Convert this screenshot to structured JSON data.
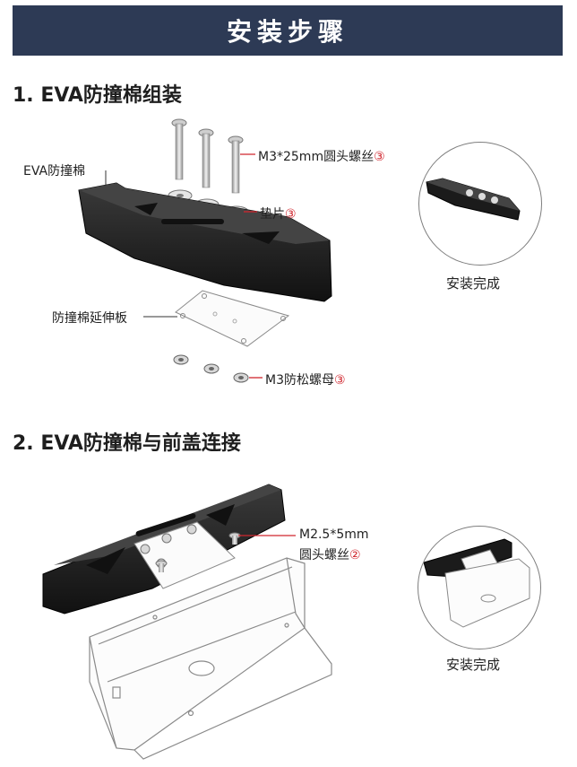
{
  "header": {
    "title": "安装步骤"
  },
  "step1": {
    "title": "1. EVA防撞棉组装",
    "labels": {
      "eva_bumper": "EVA防撞棉",
      "screw_text": "M3*25mm圆头螺丝",
      "screw_num": "③",
      "washer_text": "垫片",
      "washer_num": "③",
      "extension_plate": "防撞棉延伸板",
      "nut_text": "M3防松螺母",
      "nut_num": "③"
    },
    "done_caption": "安装完成"
  },
  "step2": {
    "title": "2. EVA防撞棉与前盖连接",
    "labels": {
      "screw_line1": "M2.5*5mm",
      "screw_line2_text": "圆头螺丝",
      "screw_num": "②"
    },
    "done_caption": "安装完成"
  },
  "colors": {
    "header_bg": "#2d3a55",
    "accent_number": "#d0262e",
    "bumper": "#1b1b1b"
  }
}
